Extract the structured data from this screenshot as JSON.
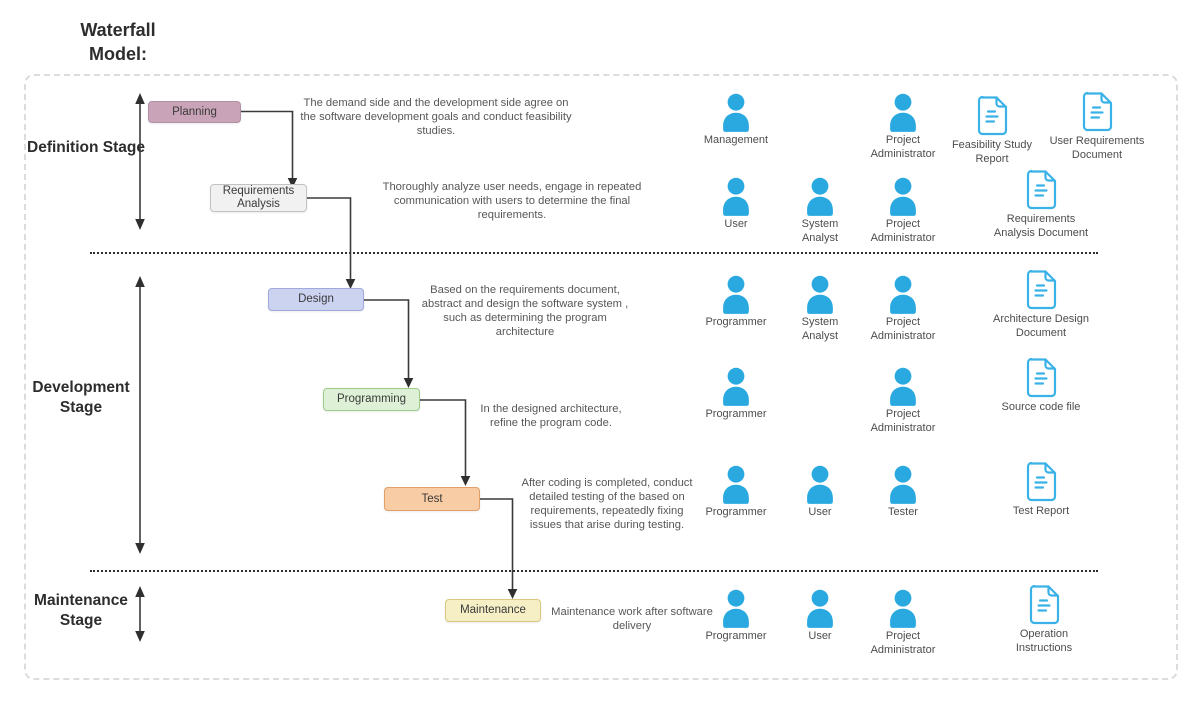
{
  "title": "Waterfall Model:",
  "stages": [
    {
      "label": "Definition Stage"
    },
    {
      "label": "Development Stage"
    },
    {
      "label": "Maintenance Stage"
    }
  ],
  "phases": [
    {
      "label": "Planning",
      "description": "The demand side and the development side agree on the software development goals and conduct feasibility studies.",
      "bg": "#c9a4b9",
      "border": "#b391a5"
    },
    {
      "label": "Requirements Analysis",
      "description": "Thoroughly analyze user needs, engage in repeated communication with users to determine the final requirements.",
      "bg": "#f1f1f1",
      "border": "#c2c2c2"
    },
    {
      "label": "Design",
      "description": "Based on the requirements document, abstract and design the software system , such as determining the program architecture",
      "bg": "#ccd3f1",
      "border": "#9fa9dc"
    },
    {
      "label": "Programming",
      "description": "In the designed architecture, refine the program code.",
      "bg": "#def1d7",
      "border": "#9ccb8c"
    },
    {
      "label": "Test",
      "description": "After coding is completed, conduct detailed testing of the based on requirements, repeatedly fixing issues that arise during testing.",
      "bg": "#f8cca4",
      "border": "#e2a069"
    },
    {
      "label": "Maintenance",
      "description": "Maintenance work after software delivery",
      "bg": "#f6efc6",
      "border": "#d9c87f"
    }
  ],
  "actors": [
    {
      "label": "Management"
    },
    {
      "label": "Project Administrator"
    },
    {
      "label": "User"
    },
    {
      "label": "System Analyst"
    },
    {
      "label": "Project Administrator"
    },
    {
      "label": "Programmer"
    },
    {
      "label": "System Analyst"
    },
    {
      "label": "Project Administrator"
    },
    {
      "label": "Programmer"
    },
    {
      "label": "Project Administrator"
    },
    {
      "label": "Programmer"
    },
    {
      "label": "User"
    },
    {
      "label": "Tester"
    },
    {
      "label": "Programmer"
    },
    {
      "label": "User"
    },
    {
      "label": "Project Administrator"
    }
  ],
  "documents": [
    {
      "label": "Feasibility Study Report"
    },
    {
      "label": "User Requirements Document"
    },
    {
      "label": "Requirements Analysis Document"
    },
    {
      "label": "Architecture Design Document"
    },
    {
      "label": "Source code file"
    },
    {
      "label": "Test Report"
    },
    {
      "label": "Operation Instructions"
    }
  ],
  "colors": {
    "person_icon": "#29a9e0",
    "document_icon": "#3bb2e7",
    "connector": "#3a3a3a"
  }
}
